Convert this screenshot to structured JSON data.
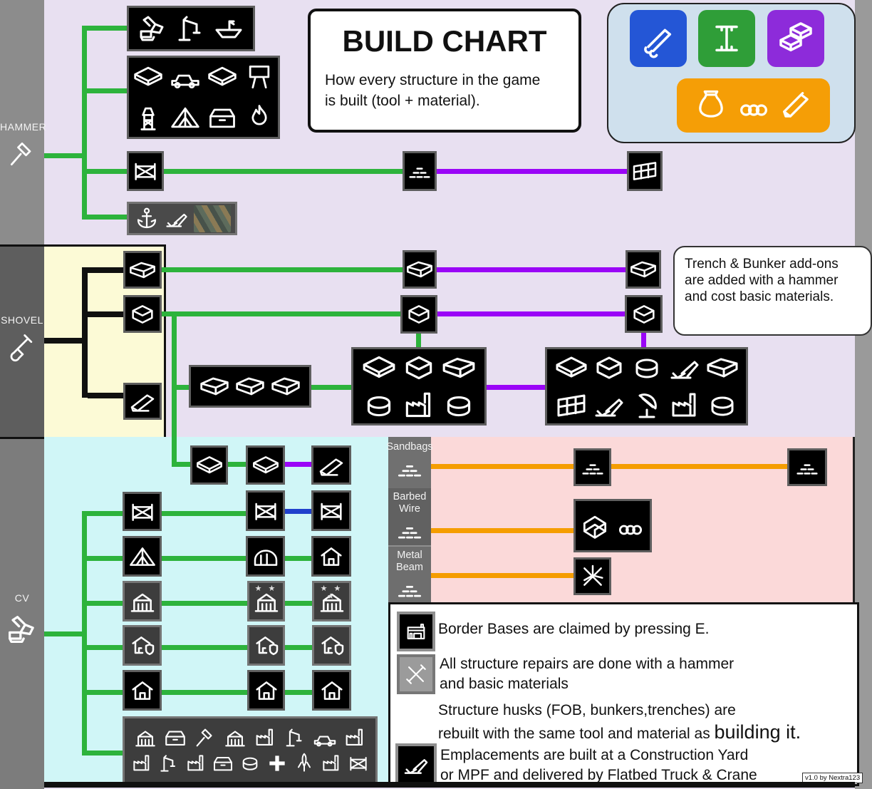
{
  "colors": {
    "green_line": "#2db33c",
    "purple_line": "#9a05f7",
    "blue_line": "#2040cc",
    "orange_line": "#f59d00",
    "black_line": "#101010",
    "hammer_bg": "#e8e0f1",
    "shovel_bg": "#fcfad6",
    "cv_bg": "#d0f6f7",
    "field_bg": "#fbd9d9",
    "tile_blue": "#2456d6",
    "tile_green": "#2f9e38",
    "tile_purple": "#8d2bda",
    "tile_orange": "#f59e06"
  },
  "title_box": {
    "title": "BUILD CHART",
    "subtitle_line1": "How every structure in the game",
    "subtitle_line2": "is built (tool + material)."
  },
  "sidebar": {
    "hammer_label": "HAMMER",
    "shovel_label": "SHOVEL",
    "cv_label": "CV"
  },
  "sidebar_icons": {
    "hammer": [
      "hammer"
    ],
    "shovel": [
      "shovel"
    ],
    "cv": [
      "cv"
    ]
  },
  "legend": {
    "tile_blue": [
      "basic-pipes"
    ],
    "tile_green": [
      "i-beam"
    ],
    "tile_purple": [
      "concrete-bricks"
    ],
    "orange": [
      "sandbag-sack",
      "wire-coil",
      "metal-beam"
    ]
  },
  "note": {
    "line1": "Trench & Bunker add-ons",
    "line2": "are added with a hammer",
    "line3": "and cost basic materials."
  },
  "field_labels": {
    "sandbags": "Sandbags",
    "barbed_line1": "Barbed",
    "barbed_line2": "Wire",
    "metal_line1": "Metal",
    "metal_line2": "Beam"
  },
  "field_icons": {
    "sandbags": [
      "sandbag-pallet"
    ],
    "barbed": [
      "barbed-pallet"
    ],
    "metal": [
      "beam-pallet"
    ]
  },
  "stars": {
    "two": "★ ★",
    "three": "★ ★ ★"
  },
  "info": {
    "border_bases": "Border Bases are claimed by pressing E.",
    "repairs_line1": "All structure repairs are done with a hammer",
    "repairs_line2": "and basic materials",
    "husks_line1": "Structure husks (FOB, bunkers,trenches) are",
    "husks_line2_prefix": "rebuilt with the same tool and material as ",
    "husks_line2_emph": "building it.",
    "emplacements_line1": "Emplacements are built at a Construction Yard",
    "emplacements_line2": "or MPF and delivered by Flatbed Truck & Crane",
    "version": "v1.0 by Nextra123"
  },
  "info_icons": {
    "border": [
      "border-base"
    ],
    "repair": [
      "repair-tools"
    ],
    "emplacement": [
      "emplacement-gun"
    ]
  },
  "diagram": {
    "hammer": {
      "vehicles": [
        "excavator",
        "crane-vehicle",
        "motorboat"
      ],
      "field_structures": [
        "barge",
        "crane-truck",
        "landing-craft",
        "sign-post",
        "water-tower",
        "tent",
        "supply-chest",
        "campfire"
      ],
      "gate_t1": [
        "wooden-gate"
      ],
      "gate_t2": [
        "sandbag-wall"
      ],
      "gate_t3": [
        "concrete-wall"
      ],
      "naval": [
        "anchor",
        "harbor-gun",
        "camouflage-net"
      ]
    },
    "shovel": {
      "trench_t1": [
        "trench"
      ],
      "trench_t2": [
        "sandbag-trench"
      ],
      "trench_t3": [
        "concrete-trench"
      ],
      "bunker_t1": [
        "bunker"
      ],
      "bunker_t2": [
        "sandbag-bunker"
      ],
      "bunker_t3": [
        "concrete-bunker"
      ],
      "ramp": [
        "dugout-ramp"
      ],
      "trench_addons": [
        "covered-trench",
        "camouflaged-trench",
        "barbed-trench"
      ],
      "bunker_addons_t2": [
        "bunker-platform",
        "mg-nest",
        "open-bay",
        "round-bunker",
        "generator-room",
        "gun-pit"
      ],
      "bunker_addons_t3": [
        "bunker-platform",
        "mg-bunker",
        "observation-bunker",
        "at-gun-bunker",
        "open-bay",
        "engine-room",
        "howitzer-emplacement",
        "radar-dish",
        "engine",
        "round-tower"
      ]
    },
    "cv": {
      "base_t1": [
        "bunker-base"
      ],
      "base_t2": [
        "bunker-base-2"
      ],
      "base_t3": [
        "concrete-base"
      ],
      "gate_t1": [
        "field-gate"
      ],
      "gate_t2": [
        "wooden-gate"
      ],
      "gate_t3": [
        "stone-gate"
      ],
      "shelter_t1": [
        "shelter"
      ],
      "shelter_t2": [
        "quonset-hut"
      ],
      "shelter_t3": [
        "concrete-shelter"
      ],
      "townhall_t1": [
        "town-hall"
      ],
      "townhall_t2": [
        "town-hall"
      ],
      "townhall_t3": [
        "town-hall"
      ],
      "safehouse_t1": [
        "safehouse"
      ],
      "safehouse_t2": [
        "safehouse"
      ],
      "safehouse_t3": [
        "safehouse"
      ],
      "house_t1": [
        "large-house"
      ],
      "house_t2": [
        "large-house"
      ],
      "house_t3": [
        "large-house"
      ],
      "world_row1": [
        "town-hall",
        "garage",
        "hammer",
        "keep",
        "factory",
        "construction-yard",
        "truck",
        "power-plant"
      ],
      "world_row2": [
        "refinery",
        "shipyard",
        "mine",
        "shipping-container",
        "fountain",
        "hospital",
        "rocket",
        "vehicle-factory",
        "relic-gate"
      ]
    },
    "field": {
      "sandbag_t1": [
        "sandbag-wall"
      ],
      "sandbag_t2": [
        "sandbag-wall"
      ],
      "barbed": [
        "barbed-fence",
        "wire-coil"
      ],
      "metal": [
        "hedgehog"
      ]
    }
  }
}
